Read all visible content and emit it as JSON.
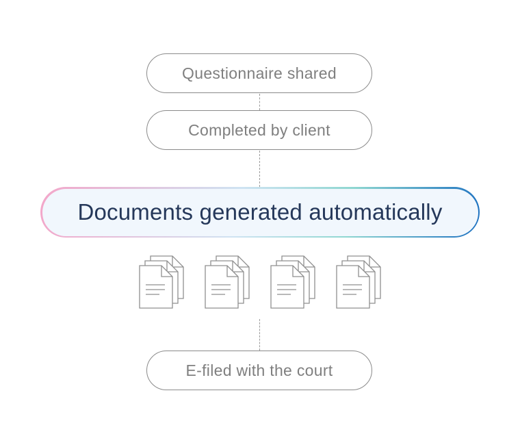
{
  "flow": {
    "steps": [
      {
        "label": "Questionnaire shared"
      },
      {
        "label": "Completed by client"
      }
    ],
    "highlight": {
      "label": "Documents generated automatically"
    },
    "final_step": {
      "label": "E-filed with the court"
    },
    "document_icons": [
      "document-stack-icon",
      "document-stack-icon",
      "document-stack-icon",
      "document-stack-icon"
    ]
  },
  "colors": {
    "pill_border": "#8a8a8a",
    "pill_text": "#7f7f7f",
    "highlight_text": "#25385a",
    "highlight_bg": "#f1f7fd",
    "gradient": [
      "#f3a6c9",
      "#cfe3f2",
      "#8fd7d1",
      "#1a6fc0"
    ],
    "icon_stroke": "#8f8f8f"
  }
}
